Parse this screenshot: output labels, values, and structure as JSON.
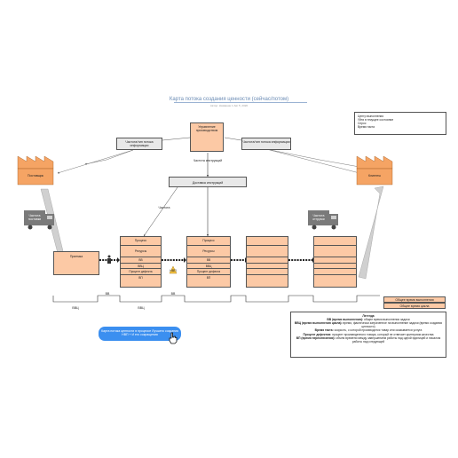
{
  "header": {
    "title": "Карта потока создания ценности (сейчас/потом)",
    "subtitle": "Автор: Название 1 Авг 5, 2020"
  },
  "top_right_box": {
    "lines": [
      "Центр выполнения",
      "Уйти в текущее состояние",
      "Спрос",
      "Время такта"
    ]
  },
  "control": {
    "label": "Управление производством"
  },
  "info_left": "Частота/тип потока информации",
  "info_right": "Частота/тип потока информации",
  "frequency_label": "Частота инструкций",
  "instructions_box": "Доставка инструкций",
  "frequency_label2": "Частота",
  "supplier": "Поставщик",
  "customer": "Клиенты",
  "truck_left": "Частота поставки",
  "truck_right": "Частота отгрузки",
  "receiving": "Приемка",
  "nvp_label": "НВП",
  "processes": [
    {
      "title": "Процесс",
      "resources": "Ресурсы",
      "rows": [
        "ВВ",
        "ВВЦ",
        "Процент дефекта",
        "ВП"
      ]
    },
    {
      "title": "Процесс",
      "resources": "Ресурсы",
      "rows": [
        "ВВ",
        "ВВЦ",
        "Процент дефекта",
        "ВП"
      ]
    },
    {
      "title": "",
      "resources": "",
      "rows": [
        "",
        "",
        "",
        ""
      ]
    },
    {
      "title": "",
      "resources": "",
      "rows": [
        "",
        "",
        "",
        ""
      ]
    }
  ],
  "timeline": {
    "top_labels": [
      "ВВ",
      "ВВ"
    ],
    "bottom_labels": [
      "ВВЦ",
      "ВВЦ"
    ]
  },
  "totals": {
    "total_lead": "Общее время выполнения",
    "total_value": "Общее время цикла"
  },
  "legend": {
    "title": "Легенда",
    "items": [
      {
        "term": "ВВ (время выполнения):",
        "desc": "общее время выполнения задачи"
      },
      {
        "term": "ВВЦ (время выполнения цикла):",
        "desc": "время, фактически затраченное на выполнение задачи (время создания ценности)"
      },
      {
        "term": "Время такта:",
        "desc": "скорость, с которой производится товар или оказывается услуга"
      },
      {
        "term": "Процент дефектов:",
        "desc": "процент произведенного товара, который не отвечает критериям качества"
      },
      {
        "term": "ВП (время переключения):",
        "desc": "объем времени между завершением работы над одной единицей и началом работы над следующей"
      }
    ]
  },
  "button": {
    "label": "Карта потока ценности в процессе Лучшего создания НВП + И его сокращения"
  },
  "colors": {
    "orange": "#fcc9a5",
    "gray": "#e8e8e8",
    "blue": "#3b8ff0",
    "title": "#6b8cb5"
  }
}
